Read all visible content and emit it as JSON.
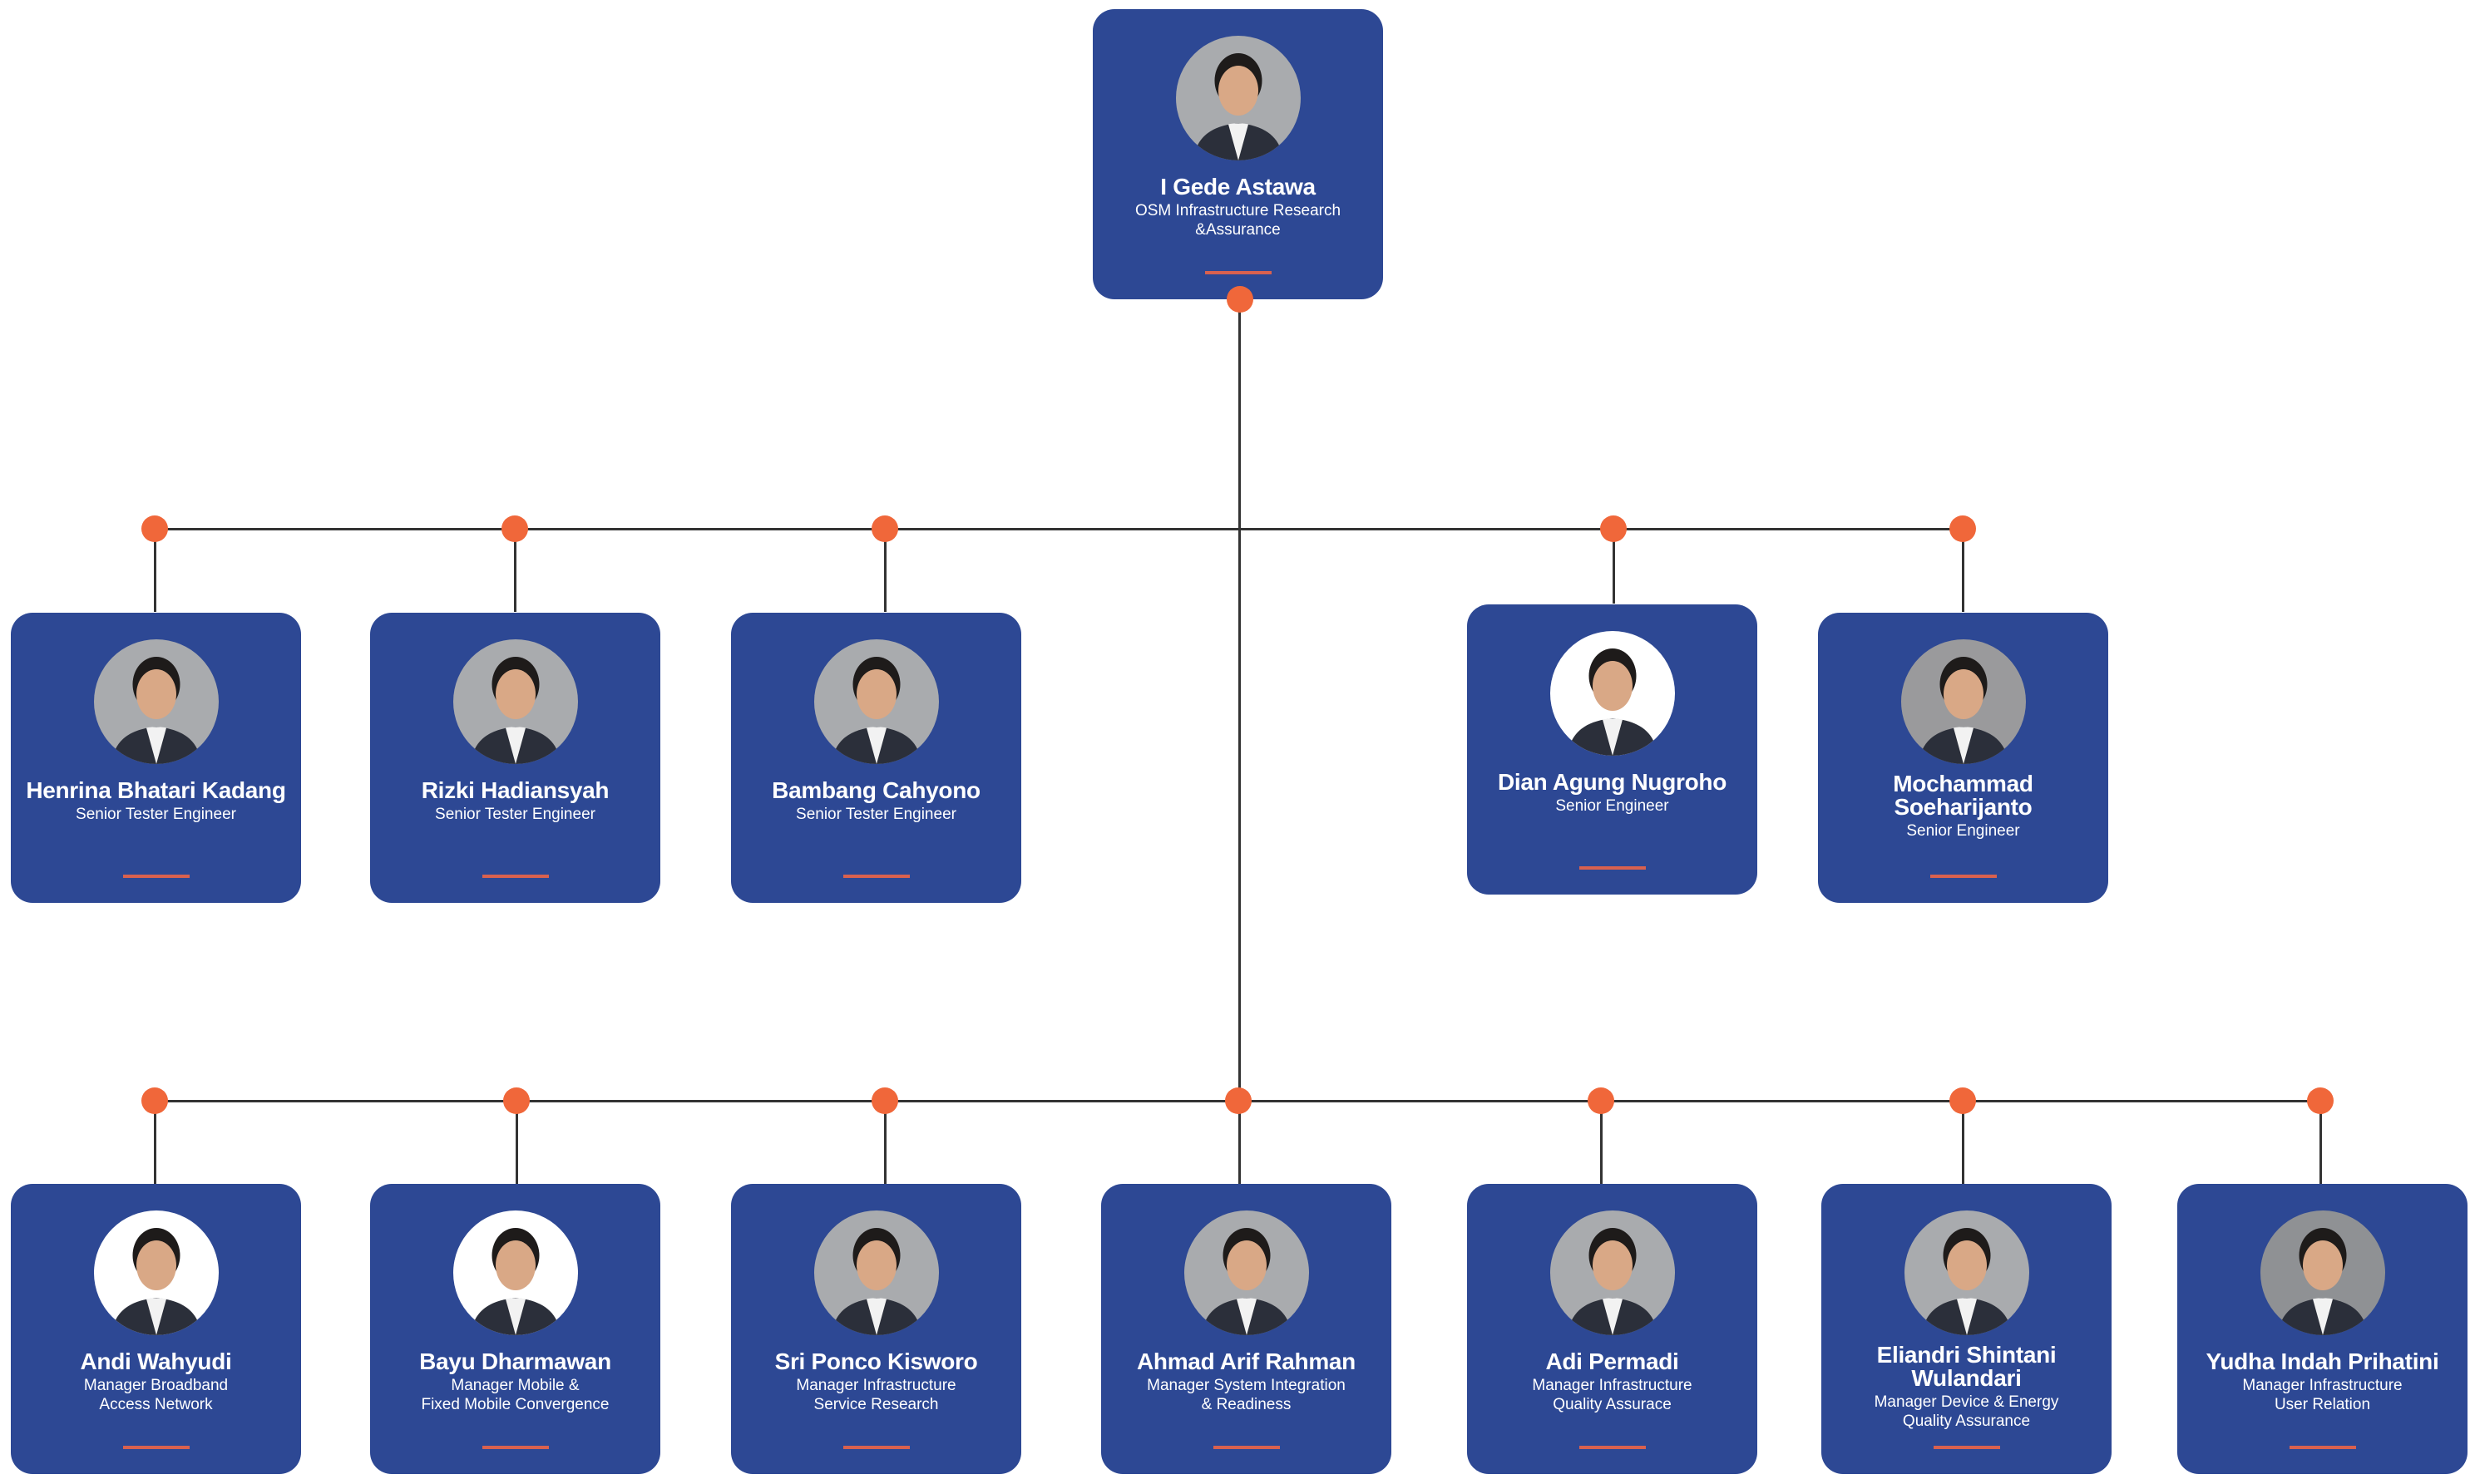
{
  "colors": {
    "card_background": "#2d4894",
    "connector_dot": "#f0673a",
    "accent_line": "#d9614f",
    "connector_line": "#333333",
    "avatar_background": "#a9abae"
  },
  "root": {
    "name": "I Gede Astawa",
    "title": "OSM Infrastructure Research\n&Assurance",
    "photo_background": "#a9abae"
  },
  "staff": [
    {
      "name": "Henrina Bhatari Kadang",
      "title": "Senior Tester Engineer",
      "photo_background": "#a9abae"
    },
    {
      "name": "Rizki Hadiansyah",
      "title": "Senior Tester Engineer",
      "photo_background": "#a9abae"
    },
    {
      "name": "Bambang Cahyono",
      "title": "Senior Tester Engineer",
      "photo_background": "#a9abae"
    },
    {
      "name": "Dian Agung Nugroho",
      "title": "Senior Engineer",
      "photo_background": "#ffffff"
    },
    {
      "name": "Mochammad Soeharijanto",
      "title": "Senior Engineer",
      "photo_background": "#9a9a9c"
    }
  ],
  "managers": [
    {
      "name": "Andi Wahyudi",
      "title": "Manager Broadband\nAccess Network",
      "photo_background": "#ffffff"
    },
    {
      "name": "Bayu Dharmawan",
      "title": "Manager Mobile &\nFixed  Mobile Convergence",
      "photo_background": "#ffffff"
    },
    {
      "name": "Sri Ponco Kisworo",
      "title": "Manager Infrastructure\nService Research",
      "photo_background": "#a9abae"
    },
    {
      "name": "Ahmad Arif Rahman",
      "title": "Manager System Integration\n& Readiness",
      "photo_background": "#a9abae"
    },
    {
      "name": "Adi Permadi",
      "title": "Manager Infrastructure\nQuality Assurace",
      "photo_background": "#a9abae"
    },
    {
      "name": "Eliandri Shintani Wulandari",
      "title": "Manager Device & Energy\nQuality Assurance",
      "photo_background": "#a9abae"
    },
    {
      "name": "Yudha Indah Prihatini",
      "title": "Manager Infrastructure\nUser Relation",
      "photo_background": "#8f9194"
    }
  ]
}
